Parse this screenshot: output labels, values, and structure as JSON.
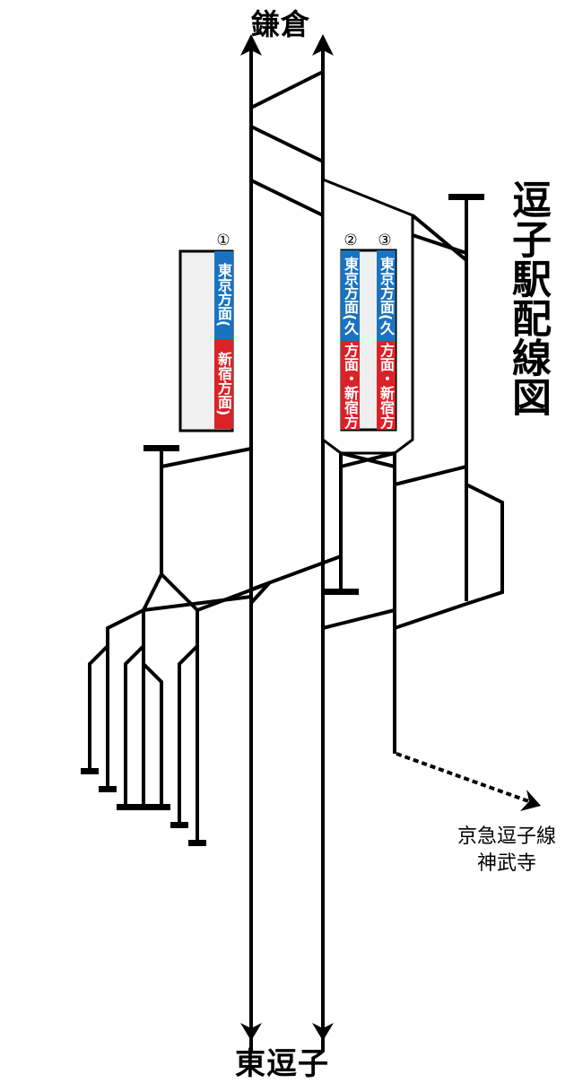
{
  "title": "逗子駅配線図",
  "stations": {
    "north": "鎌倉",
    "south": "東逗子",
    "branch_line": "京急逗子線",
    "branch_destination": "神武寺"
  },
  "platforms": [
    {
      "number": "①",
      "direction_blue": "東京方面(",
      "direction_red": "新宿方面)"
    },
    {
      "number": "②",
      "direction_blue": "東京方面(久里浜",
      "direction_red": "方面・新宿方面)"
    },
    {
      "number": "③",
      "direction_blue": "東京方面(久里浜",
      "direction_red": "方面・新宿方面)"
    }
  ],
  "colors": {
    "line": "#000000",
    "plate_blue": "#1a73c0",
    "plate_red": "#da2227",
    "platform_fill": "#f0f0f0"
  }
}
